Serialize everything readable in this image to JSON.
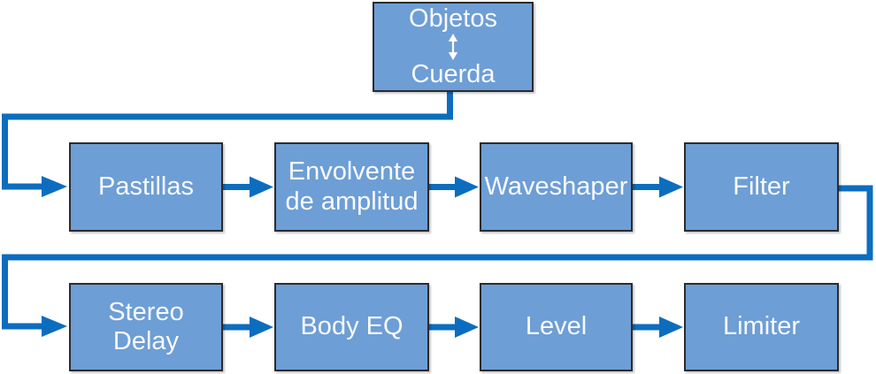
{
  "diagram": {
    "name": "signal-flow-diagram",
    "source": {
      "top_label": "Objetos",
      "bottom_label": "Cuerda",
      "arrow_icon": "double-vertical-arrow"
    },
    "row1": [
      {
        "label": "Pastillas"
      },
      {
        "label": "Envolvente\nde amplitud"
      },
      {
        "label": "Waveshaper"
      },
      {
        "label": "Filter"
      }
    ],
    "row2": [
      {
        "label": "Stereo\nDelay"
      },
      {
        "label": "Body EQ"
      },
      {
        "label": "Level"
      },
      {
        "label": "Limiter"
      }
    ]
  },
  "colors": {
    "background": "#ffffff",
    "box_fill": "#6d9ed5",
    "box_border": "#2b2b2e",
    "connector": "#0c6dbf",
    "label_text": "#f8fafc",
    "node_arrow": "#ffffff"
  }
}
